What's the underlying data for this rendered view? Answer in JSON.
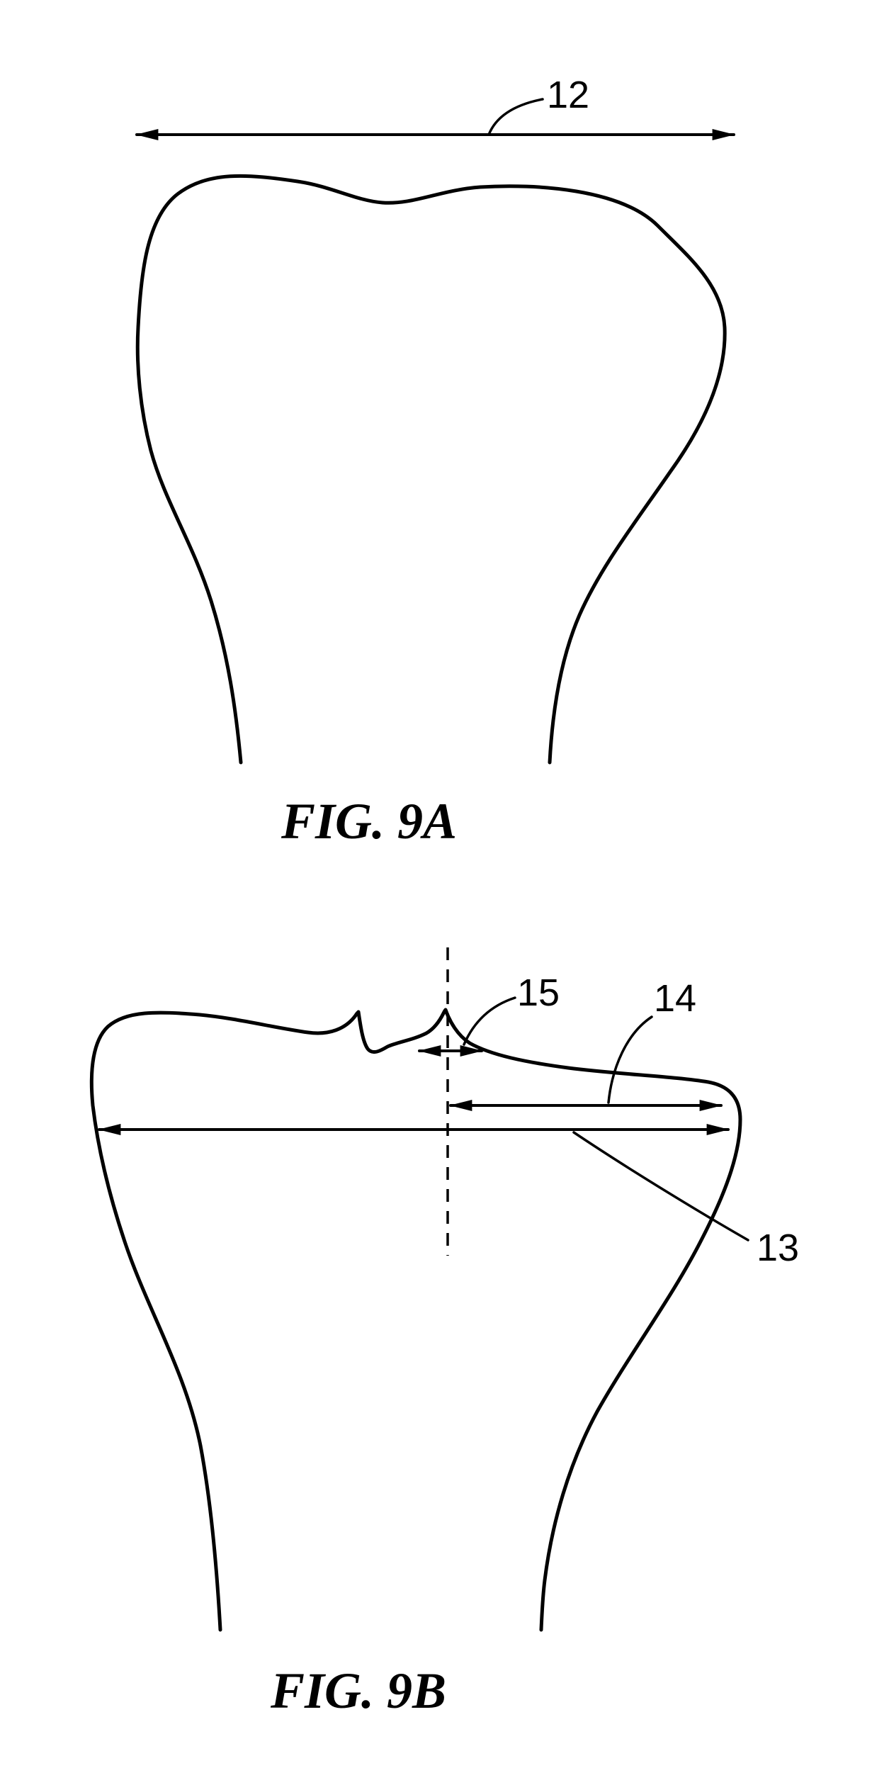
{
  "page": {
    "background": "#ffffff",
    "line_color": "#000000"
  },
  "figure_a": {
    "caption": "FIG. 9A",
    "reference_labels": {
      "overall_width": "12"
    }
  },
  "figure_b": {
    "caption": "FIG. 9B",
    "reference_labels": {
      "full_width": "13",
      "lateral_width": "14",
      "eminence_width": "15"
    }
  }
}
